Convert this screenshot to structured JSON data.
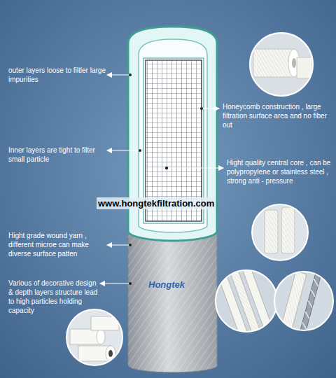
{
  "diagram": {
    "labels": [
      "outer layers loose to filtler large impurities",
      "Honeycomb construction , large filtration surface area and no fiber out",
      "Inner layers are tight to filter small particle",
      "Hight quality central core , can be polypropylene or stainless steel , strong anti - pressure",
      "www.hongtekfiltration.com",
      "Hight grade wound yarn , different microe can make diverse surface patten",
      "Various of decorative design & depth layers structure lead to high particles holding capacity",
      "Hongtek"
    ]
  }
}
